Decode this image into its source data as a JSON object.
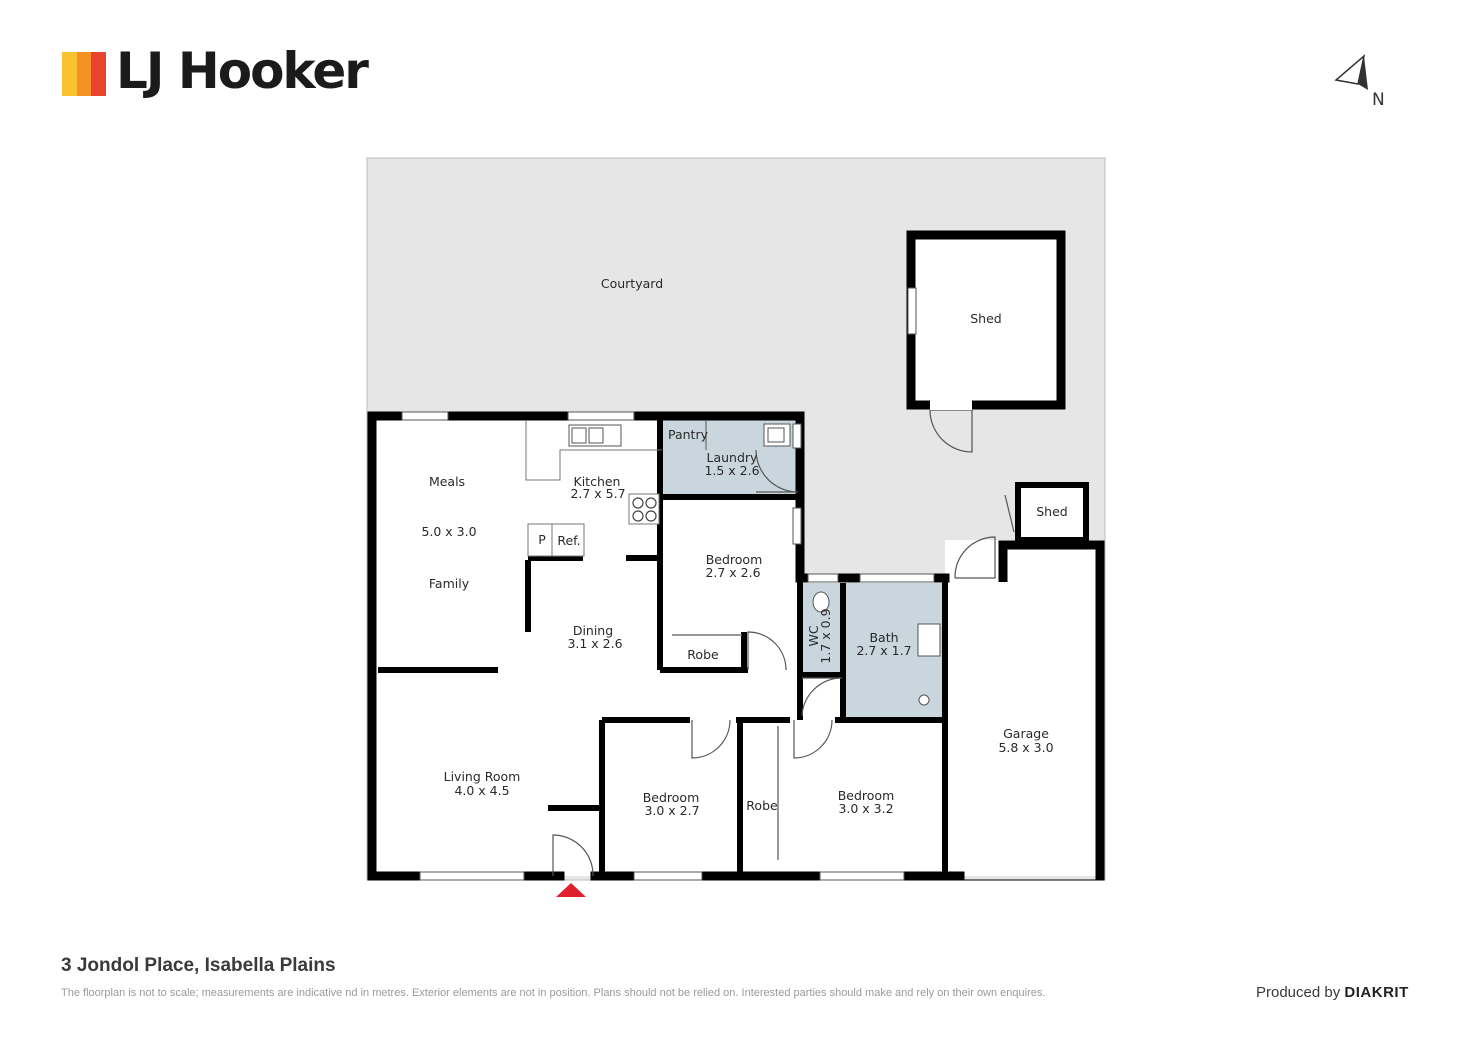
{
  "brand": {
    "name": "LJ Hooker",
    "bar_colors": [
      "#f9c22e",
      "#f39223",
      "#e8432f"
    ]
  },
  "compass": {
    "label": "N"
  },
  "rooms": {
    "courtyard": {
      "name": "Courtyard"
    },
    "shed_large": {
      "name": "Shed"
    },
    "shed_small": {
      "name": "Shed"
    },
    "pantry": {
      "name": "Pantry"
    },
    "laundry": {
      "name": "Laundry",
      "size": "1.5 x 2.6"
    },
    "kitchen": {
      "name": "Kitchen",
      "size": "2.7 x 5.7"
    },
    "meals": {
      "name": "Meals",
      "size": "5.0 x 3.0",
      "name2": "Family"
    },
    "pantry_cabinet": {
      "name": "P"
    },
    "fridge": {
      "name": "Ref."
    },
    "bedroom_1": {
      "name": "Bedroom",
      "size": "2.7 x 2.6"
    },
    "robe_1": {
      "name": "Robe"
    },
    "dining": {
      "name": "Dining",
      "size": "3.1 x 2.6"
    },
    "wc": {
      "name": "WC",
      "size": "1.7 x 0.9"
    },
    "bath": {
      "name": "Bath",
      "size": "2.7 x 1.7"
    },
    "garage": {
      "name": "Garage",
      "size": "5.8 x 3.0"
    },
    "living": {
      "name": "Living Room",
      "size": "4.0 x 4.5"
    },
    "bedroom_2": {
      "name": "Bedroom",
      "size": "3.0 x 2.7"
    },
    "robe_2": {
      "name": "Robe"
    },
    "bedroom_3": {
      "name": "Bedroom",
      "size": "3.0 x 3.2"
    }
  },
  "colors": {
    "outdoor": "#e6e6e6",
    "wet_area": "#c9d6dd",
    "wall": "#000000",
    "entry_marker": "#e0202a"
  },
  "footer": {
    "address": "3 Jondol Place, Isabella Plains",
    "disclaimer": "The floorplan is not to scale; measurements are indicative nd in metres. Exterior elements are not in position. Plans should not be relied on. Interested parties should make and rely on their own enquires.",
    "produced_by": "Produced by",
    "producer": "DIAKRIT"
  }
}
